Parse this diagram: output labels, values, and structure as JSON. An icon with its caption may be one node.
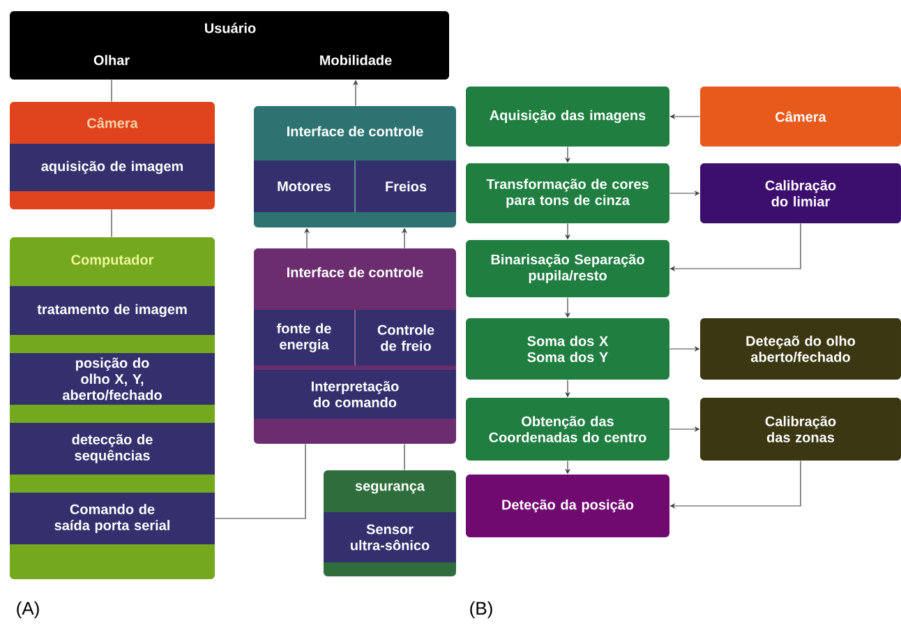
{
  "diagram": {
    "nodes": [
      {
        "text": [
          "Usuário",
          "Olhar",
          "Mobilidade"
        ]
      },
      {
        "text": [
          "Câmera"
        ]
      },
      {
        "text": [
          "aquisição de imagem"
        ],
        "in": 1
      },
      {
        "text": [
          "Computador"
        ]
      },
      {
        "text": [
          "tratamento de imagem"
        ],
        "in": 3
      },
      {
        "text": [
          "posição do olho X, Y, aberto/fechado"
        ],
        "in": 3
      },
      {
        "text": [
          "detecção de sequências"
        ],
        "in": 3
      },
      {
        "text": [
          "Comando de saída porta serial"
        ],
        "in": 3
      },
      {
        "text": [
          "Interface de controle"
        ]
      },
      {
        "text": [
          "Motores"
        ],
        "in": 8
      },
      {
        "text": [
          "Freios"
        ],
        "in": 8
      },
      {
        "text": [
          "Interface de controle"
        ]
      },
      {
        "text": [
          "fonte de energia"
        ],
        "in": 11
      },
      {
        "text": [
          "Controle de freio"
        ],
        "in": 11
      },
      {
        "text": [
          "Interpretação do comando"
        ],
        "in": 11
      },
      {
        "text": [
          "segurança"
        ]
      },
      {
        "text": [
          "Sensor ultra-sônico"
        ],
        "in": 15
      },
      {
        "text": [
          "Aquisição das imagens"
        ]
      },
      {
        "text": [
          "Câmera"
        ]
      },
      {
        "text": [
          "Transformação de cores para tons de cinza"
        ]
      },
      {
        "text": [
          "Calibração do limiar"
        ]
      },
      {
        "text": [
          "Binarisação Separação pupila/resto"
        ]
      },
      {
        "text": [
          "Soma dos X Soma dos Y"
        ]
      },
      {
        "text": [
          "Deteçaõ do olho aberto/fechado"
        ]
      },
      {
        "text": [
          "Obtenção das Coordenadas do centro"
        ]
      },
      {
        "text": [
          "Calibração das zonas"
        ]
      },
      {
        "text": [
          "Deteção da posição"
        ]
      }
    ],
    "edges": [
      {
        "from": 0,
        "to": 1,
        "arrow": "none"
      },
      {
        "from": 1,
        "to": 3,
        "arrow": "none"
      },
      {
        "from": 8,
        "to": 0,
        "arrow": "to"
      },
      {
        "from": 11,
        "to": 8,
        "arrow": "to"
      },
      {
        "from": 11,
        "to": 8,
        "arrow": "to"
      },
      {
        "from": 7,
        "to": 11,
        "arrow": "none"
      },
      {
        "from": 15,
        "to": 11,
        "arrow": "none"
      },
      {
        "from": 18,
        "to": 17,
        "arrow": "to"
      },
      {
        "from": 17,
        "to": 19,
        "arrow": "to"
      },
      {
        "from": 19,
        "to": 20,
        "arrow": "to"
      },
      {
        "from": 20,
        "to": 21,
        "arrow": "to"
      },
      {
        "from": 19,
        "to": 21,
        "arrow": "to"
      },
      {
        "from": 21,
        "to": 22,
        "arrow": "to"
      },
      {
        "from": 22,
        "to": 23,
        "arrow": "to"
      },
      {
        "from": 22,
        "to": 24,
        "arrow": "to"
      },
      {
        "from": 24,
        "to": 25,
        "arrow": "to"
      },
      {
        "from": 24,
        "to": 26,
        "arrow": "to"
      },
      {
        "from": 25,
        "to": 26,
        "arrow": "to"
      }
    ],
    "labels": [
      "(A)",
      "(B)"
    ]
  }
}
